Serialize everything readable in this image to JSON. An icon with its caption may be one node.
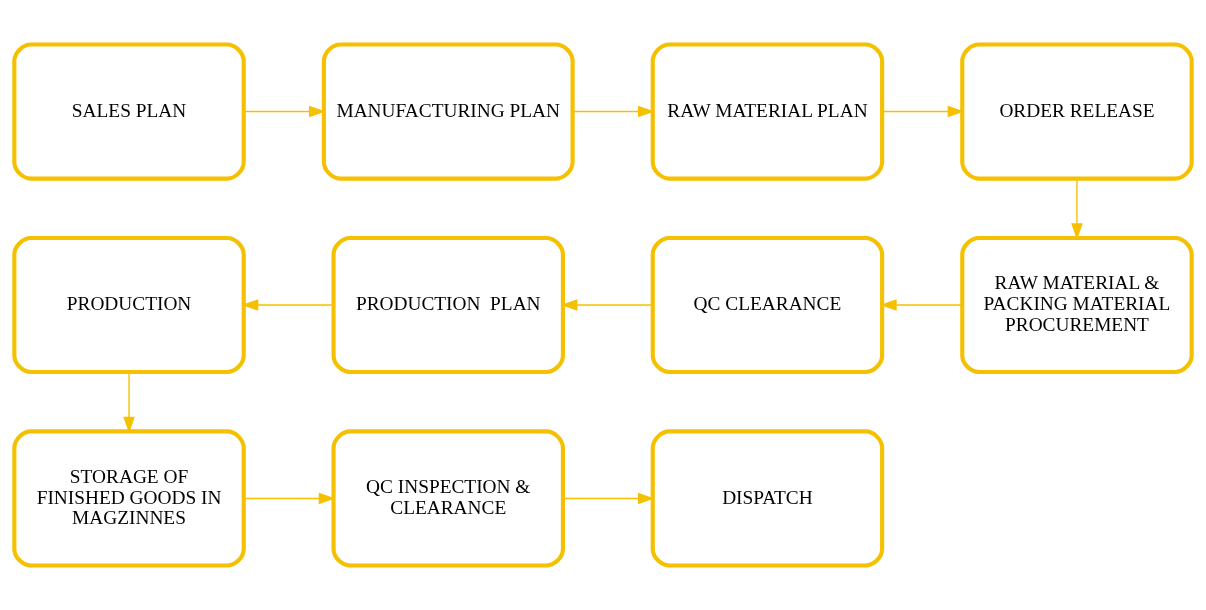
{
  "diagram": {
    "nodes": [
      {
        "text": [
          "SALES PLAN"
        ]
      },
      {
        "text": [
          "MANUFACTURING PLAN"
        ]
      },
      {
        "text": [
          "RAW MATERIAL PLAN"
        ]
      },
      {
        "text": [
          "ORDER RELEASE"
        ]
      },
      {
        "text": [
          "PRODUCTION"
        ]
      },
      {
        "text": [
          "PRODUCTION  PLAN"
        ]
      },
      {
        "text": [
          "QC CLEARANCE"
        ]
      },
      {
        "text": [
          "RAW MATERIAL & PACKING MATERIAL PROCUREMENT"
        ]
      },
      {
        "text": [
          "STORAGE OF FINISHED GOODS IN MAGZINNES"
        ]
      },
      {
        "text": [
          "QC INSPECTION & CLEARANCE"
        ]
      },
      {
        "text": [
          "DISPATCH"
        ]
      }
    ],
    "edges": [
      {
        "from": 0,
        "to": 1,
        "arrow": "to"
      },
      {
        "from": 1,
        "to": 2,
        "arrow": "to"
      },
      {
        "from": 2,
        "to": 3,
        "arrow": "to"
      },
      {
        "from": 3,
        "to": 7,
        "arrow": "to"
      },
      {
        "from": 7,
        "to": 6,
        "arrow": "to"
      },
      {
        "from": 6,
        "to": 5,
        "arrow": "to"
      },
      {
        "from": 5,
        "to": 4,
        "arrow": "to"
      },
      {
        "from": 4,
        "to": 8,
        "arrow": "to"
      },
      {
        "from": 8,
        "to": 9,
        "arrow": "to"
      },
      {
        "from": 9,
        "to": 10,
        "arrow": "to"
      }
    ]
  }
}
